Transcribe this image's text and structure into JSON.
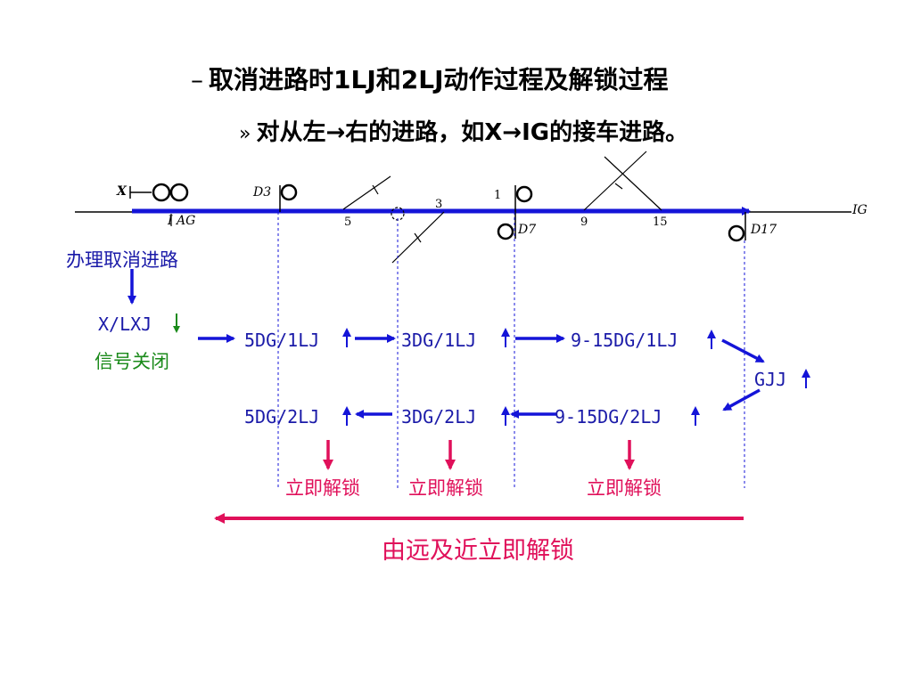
{
  "heading": {
    "dash": "–",
    "main": "取消进路时1LJ和2LJ动作过程及解锁过程"
  },
  "subheading": {
    "bullet": "»",
    "text": "对从左→右的进路，如X→IG的接车进路。"
  },
  "track": {
    "signal_x": "X",
    "section_ag": "I AG",
    "d3": "D3",
    "d7": "D7",
    "d17": "D17",
    "ig": "IG",
    "sw5": "5",
    "sw3": "3",
    "sw9": "9",
    "sw15": "15",
    "mark1": "1"
  },
  "flow": {
    "cancel_route": "办理取消进路",
    "x_lxj": "X/LXJ",
    "signal_closed": "信号关闭",
    "dg5_1lj": "5DG/1LJ",
    "dg3_1lj": "3DG/1LJ",
    "dg915_1lj": "9-15DG/1LJ",
    "gjj": "GJJ",
    "dg5_2lj": "5DG/2LJ",
    "dg3_2lj": "3DG/2LJ",
    "dg915_2lj": "9-15DG/2LJ",
    "unlock1": "立即解锁",
    "unlock2": "立即解锁",
    "unlock3": "立即解锁",
    "far_to_near": "由远及近立即解锁"
  },
  "colors": {
    "route_blue": "#1414d8",
    "flow_blue": "#1a1aa8",
    "red": "#e0105a",
    "green": "#1a8a1a"
  }
}
